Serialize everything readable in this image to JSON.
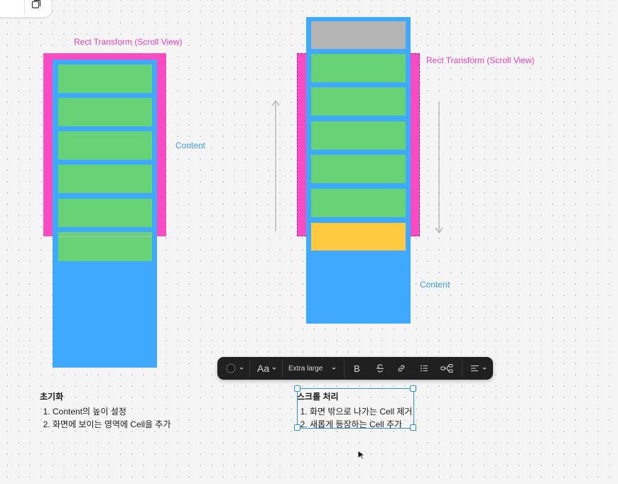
{
  "doc_tab": {
    "title": "itled"
  },
  "diagram_left": {
    "viewport_label": "Rect Transform (Scroll View)",
    "content_label": "Content"
  },
  "diagram_right": {
    "viewport_label": "Rect Transform (Scroll View)",
    "content_label": "Content"
  },
  "toolbar": {
    "font_label": "Aa",
    "size_label": "Extra large",
    "bold_label": "B"
  },
  "notes_left": {
    "heading": "초기화",
    "items": [
      "Content의 높이 설정",
      "화면에 보이는 영역에 Cell을 추가"
    ]
  },
  "notes_right": {
    "heading": "스크롤 처리",
    "items": [
      "화면 밖으로 나가는 Cell 제거",
      "새롭게 등장하는 Cell 추가"
    ]
  },
  "colors": {
    "viewport": "#f94bc4",
    "content": "#3fa8ff",
    "cell": "#68d276",
    "removed_cell": "#b4b4b4",
    "added_cell": "#ffc940"
  }
}
